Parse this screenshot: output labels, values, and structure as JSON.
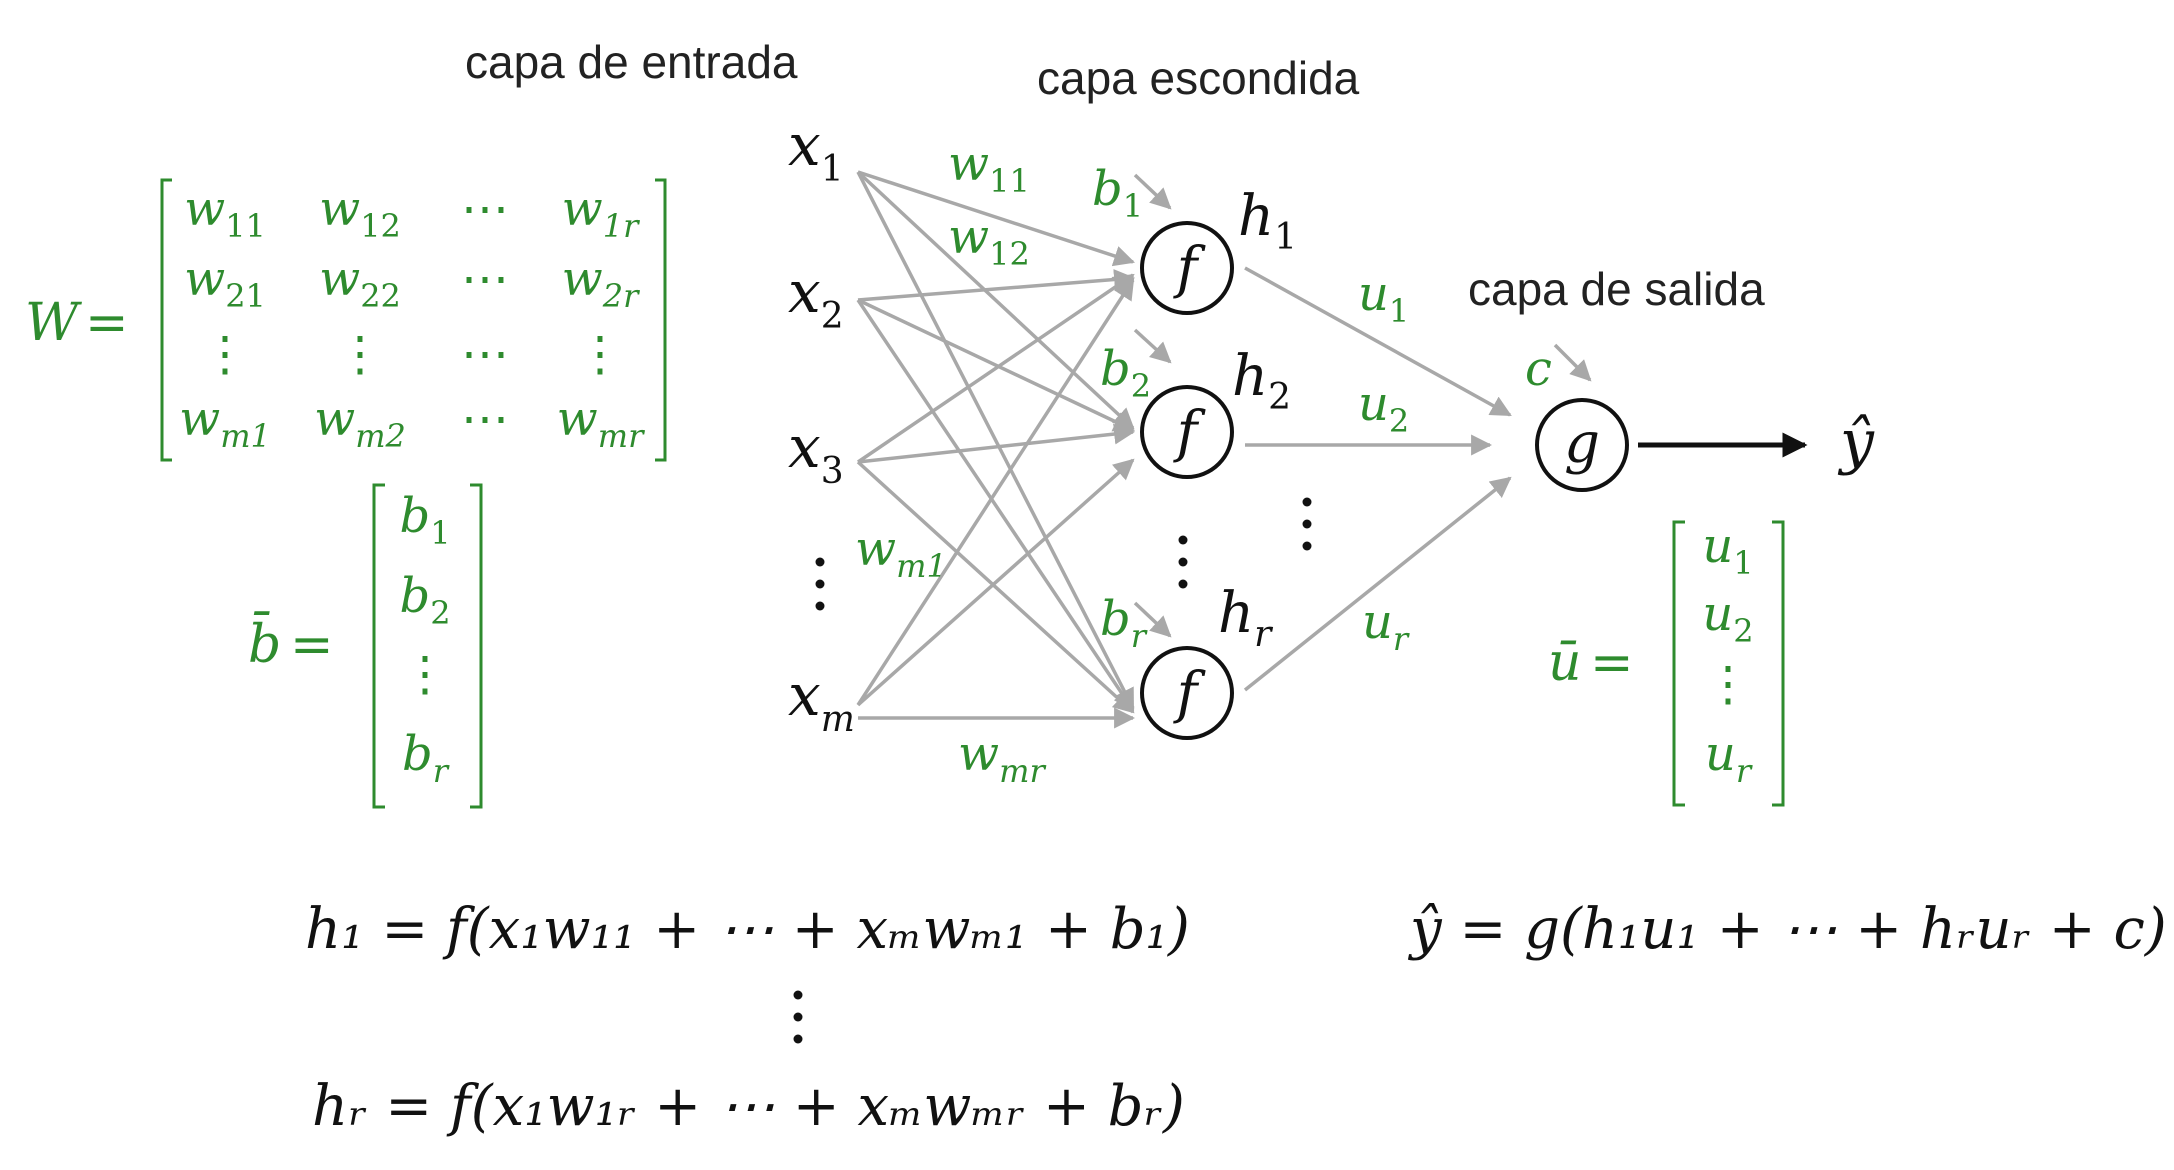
{
  "headers": {
    "input": "capa de entrada",
    "hidden": "capa escondida",
    "output": "capa de salida"
  },
  "inputs": [
    "x",
    "x",
    "x",
    "x"
  ],
  "input_subs": [
    "1",
    "2",
    "3",
    "m"
  ],
  "hidden_nodes": {
    "func": "f",
    "labels": [
      "h",
      "h",
      "h"
    ],
    "subs": [
      "1",
      "2",
      "r"
    ],
    "bias": [
      "b",
      "b",
      "b"
    ],
    "bias_subs": [
      "1",
      "2",
      "r"
    ]
  },
  "output_node": {
    "func": "g",
    "bias": "c",
    "result": "ŷ"
  },
  "weights": {
    "w11": [
      "w",
      "11"
    ],
    "w12": [
      "w",
      "12"
    ],
    "wm1": [
      "w",
      "m1"
    ],
    "wmr": [
      "w",
      "mr"
    ]
  },
  "u_labels": {
    "main": "u",
    "subs": [
      "1",
      "2",
      "r"
    ]
  },
  "W_matrix": {
    "name": "W",
    "rows": [
      [
        [
          "w",
          "11"
        ],
        [
          "w",
          "12"
        ],
        [
          "⋯",
          ""
        ],
        [
          "w",
          "1r"
        ]
      ],
      [
        [
          "w",
          "21"
        ],
        [
          "w",
          "22"
        ],
        [
          "⋯",
          ""
        ],
        [
          "w",
          "2r"
        ]
      ],
      [
        [
          "⋮",
          ""
        ],
        [
          "⋮",
          ""
        ],
        [
          "⋯",
          ""
        ],
        [
          "⋮",
          ""
        ]
      ],
      [
        [
          "w",
          "m1"
        ],
        [
          "w",
          "m2"
        ],
        [
          "⋯",
          ""
        ],
        [
          "w",
          "mr"
        ]
      ]
    ]
  },
  "b_vector": {
    "name": "b̄",
    "entries": [
      [
        "b",
        "1"
      ],
      [
        "b",
        "2"
      ],
      [
        "⋮",
        ""
      ],
      [
        "b",
        "r"
      ]
    ]
  },
  "u_vector": {
    "name": "ū",
    "entries": [
      [
        "u",
        "1"
      ],
      [
        "u",
        "2"
      ],
      [
        "⋮",
        ""
      ],
      [
        "u",
        "r"
      ]
    ]
  },
  "equations": {
    "h1": "h₁ = f(x₁w₁₁ + ⋯ + xₘwₘ₁ + b₁)",
    "hr": "hᵣ = f(x₁w₁ᵣ + ⋯ + xₘwₘᵣ + bᵣ)",
    "y": "ŷ = g(h₁u₁ + ⋯ + hᵣuᵣ + c)"
  },
  "colors": {
    "math_green": "#2e8b2e",
    "edge_gray": "#a8a8a8",
    "ink": "#111111"
  }
}
